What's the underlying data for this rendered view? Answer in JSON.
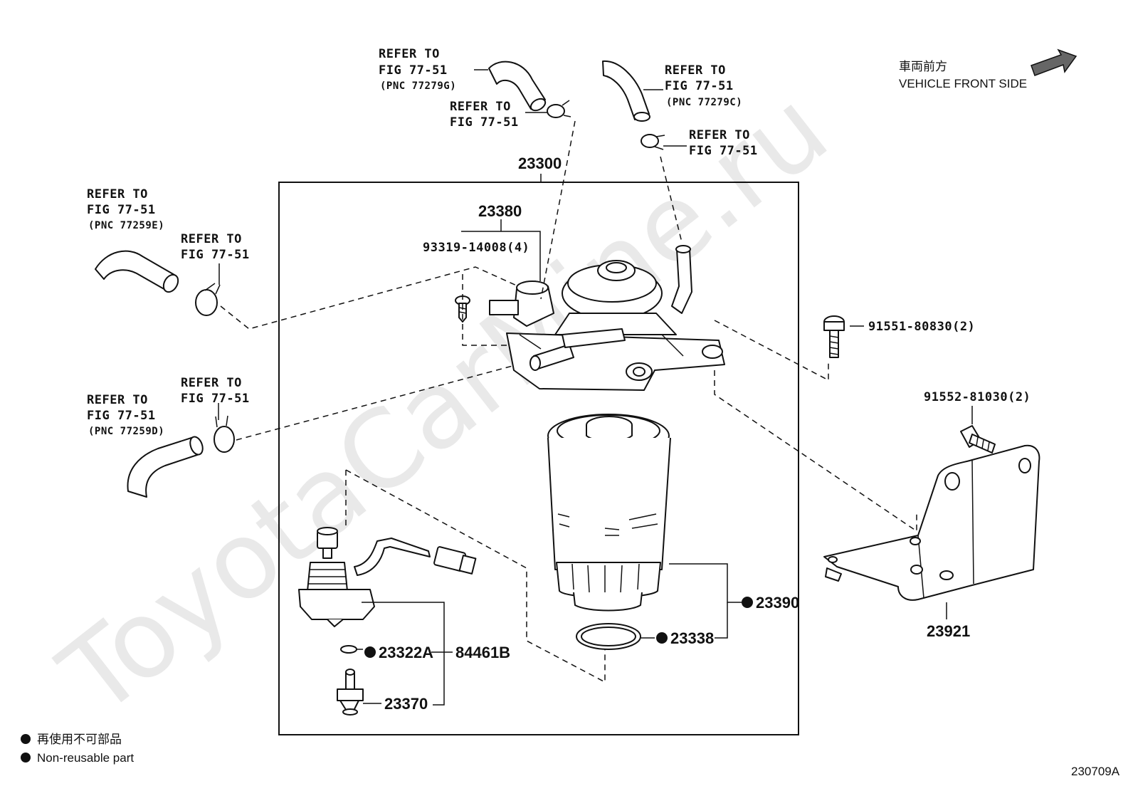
{
  "watermark": "ToyotaCarMine.ru",
  "front": {
    "jp": "車両前方",
    "en": "VEHICLE FRONT SIDE"
  },
  "refs": {
    "hose_top_left": {
      "l1": "REFER TO",
      "l2": "FIG 77-51",
      "l3": "(PNC 77279G)"
    },
    "clamp_top_left": {
      "l1": "REFER TO",
      "l2": "FIG 77-51"
    },
    "hose_top_right": {
      "l1": "REFER TO",
      "l2": "FIG 77-51",
      "l3": "(PNC 77279C)"
    },
    "clamp_top_right": {
      "l1": "REFER TO",
      "l2": "FIG 77-51"
    },
    "hose_left_upper": {
      "l1": "REFER TO",
      "l2": "FIG 77-51",
      "l3": "(PNC 77259E)"
    },
    "clamp_left_upper": {
      "l1": "REFER TO",
      "l2": "FIG 77-51"
    },
    "hose_left_lower": {
      "l1": "REFER TO",
      "l2": "FIG 77-51",
      "l3": "(PNC 77259D)"
    },
    "clamp_left_lower": {
      "l1": "REFER TO",
      "l2": "FIG 77-51"
    }
  },
  "parts": {
    "p23300": "23300",
    "p23380": "23380",
    "p93319": "93319-14008(4)",
    "p91551": "91551-80830(2)",
    "p91552": "91552-81030(2)",
    "p23390": "23390",
    "p23338": "23338",
    "p23322A": "23322A",
    "p84461B": "84461B",
    "p23370": "23370",
    "p23921": "23921"
  },
  "legend": {
    "jp": "再使用不可部品",
    "en": "Non-reusable part"
  },
  "figure_id": "230709A"
}
